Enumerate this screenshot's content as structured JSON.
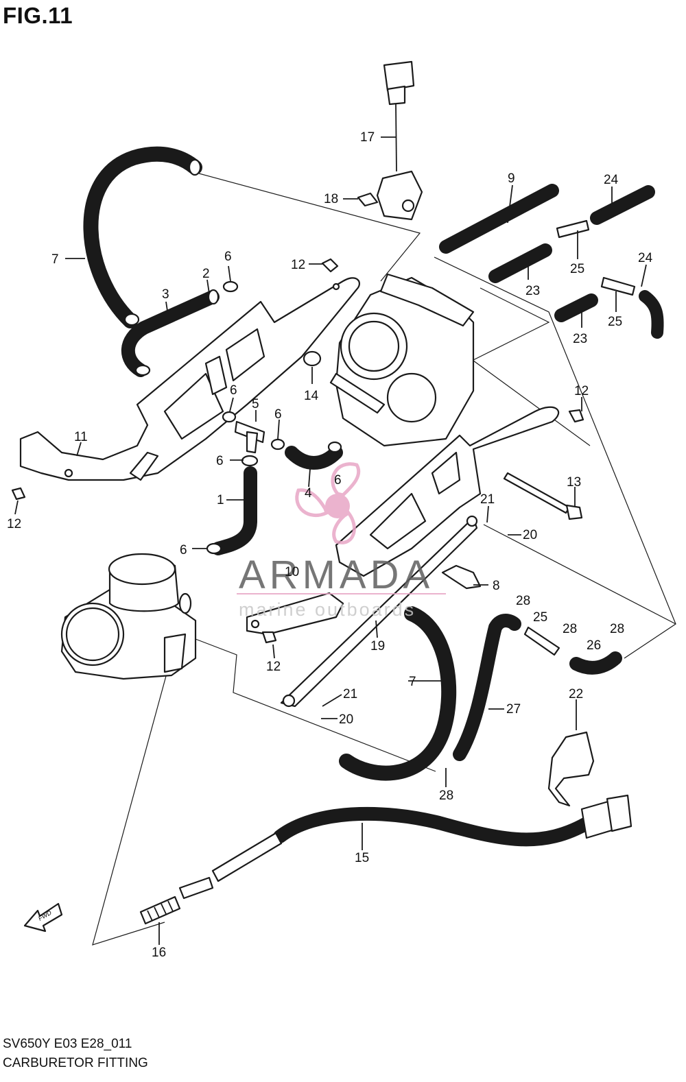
{
  "figure": {
    "title": "FIG.11",
    "model_code": "SV650Y E03 E28_011",
    "caption": "CARBURETOR FITTING",
    "fwd_label": "FWD"
  },
  "watermark": {
    "brand": "ARMADA",
    "tagline": "marine outboards",
    "color_pink": "#e8a6c6",
    "color_gray": "#5f5f5f"
  },
  "callouts": [
    "1",
    "2",
    "3",
    "4",
    "5",
    "6",
    "6",
    "6",
    "6",
    "6",
    "6",
    "7",
    "7",
    "8",
    "9",
    "10",
    "11",
    "12",
    "12",
    "12",
    "12",
    "13",
    "14",
    "15",
    "16",
    "17",
    "18",
    "19",
    "20",
    "20",
    "21",
    "21",
    "22",
    "23",
    "23",
    "24",
    "24",
    "25",
    "25",
    "25",
    "26",
    "27",
    "28",
    "28",
    "28",
    "28"
  ]
}
